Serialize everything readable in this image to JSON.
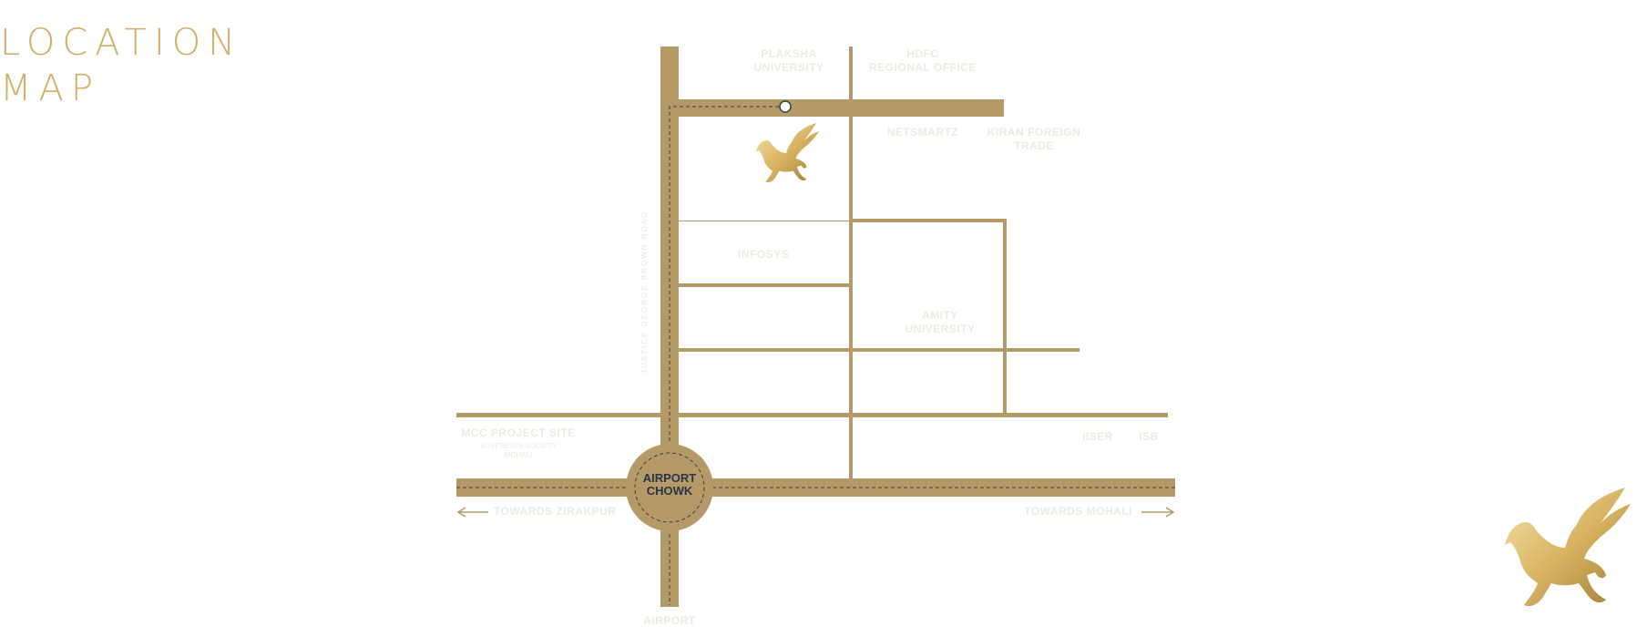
{
  "title": {
    "line1": "LOCATION",
    "line2": "MAP"
  },
  "colors": {
    "road": "#b59a68",
    "title_gold": "#d4af68",
    "faded_label": "#eeeae2",
    "chowk_text": "#283547"
  },
  "landmarks": {
    "plaksha": [
      "PLAKSHA",
      "UNIVERSITY"
    ],
    "hdfc": [
      "HDFC",
      "REGIONAL OFFICE"
    ],
    "netsmartz": "NETSMARTZ",
    "kiran": [
      "KIRAN FOREIGN",
      "TRADE"
    ],
    "infosys": "INFOSYS",
    "amity": [
      "AMITY",
      "UNIVERSITY"
    ],
    "mcc_title": "MCC PROJECT SITE",
    "mcc_sub": [
      "SOVEREIGN SOCIETY",
      "MOHALI"
    ],
    "iiser": "IISER",
    "isb": "ISB",
    "airport_chowk": [
      "AIRPORT",
      "CHOWK"
    ],
    "towards_zirakpur": "TOWARDS ZIRAKPUR",
    "towards_mohali": "TOWARDS MOHALI",
    "airport": "AIRPORT",
    "vertical_road": "JUSTICE GEORGE BROWN ROAD"
  },
  "icons": {
    "map_pegasus": "pegasus-icon",
    "corner_pegasus": "pegasus-logo-icon",
    "site_marker": "circle-marker-icon",
    "left_arrow": "arrow-left-icon",
    "right_arrow": "arrow-right-icon"
  }
}
